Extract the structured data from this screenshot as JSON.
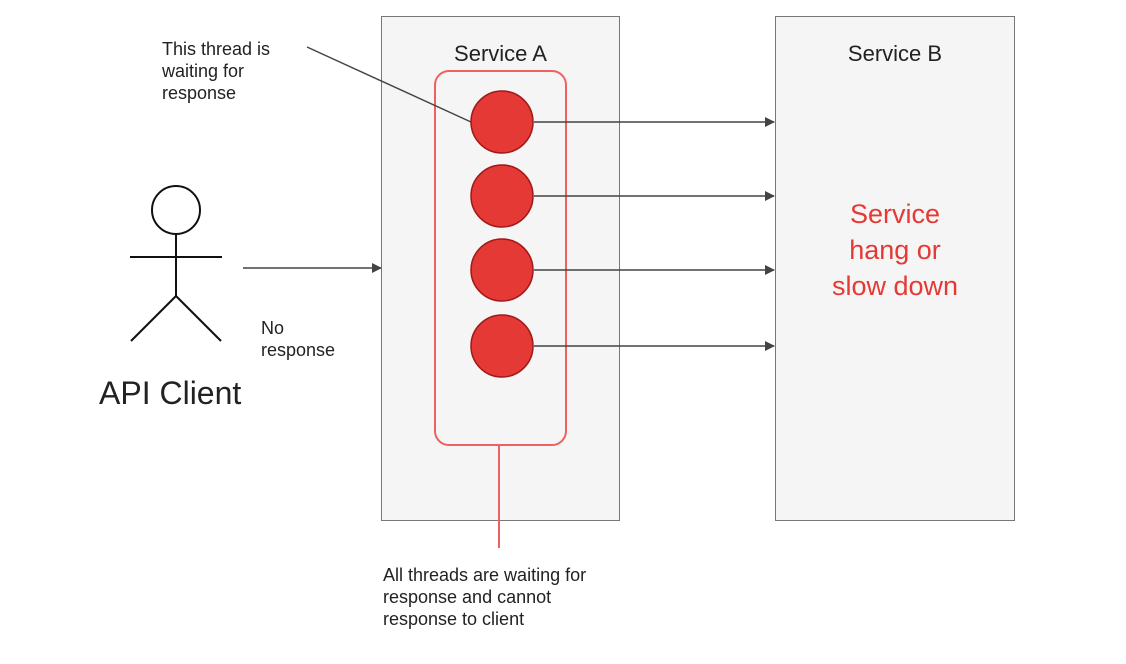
{
  "service_a": {
    "title": "Service A"
  },
  "service_b": {
    "title": "Service B",
    "status_text": "Service\nhang or\nslow down"
  },
  "client": {
    "label": "API Client"
  },
  "notes": {
    "thread_waiting": "This thread is\nwaiting for\nresponse",
    "no_response": "No\nresponse",
    "all_threads": "All threads are waiting for\nresponse and cannot\nresponse to client"
  },
  "colors": {
    "thread_fill": "#e53935",
    "thread_outline": "#a01818",
    "pool_border": "#f06060",
    "status_text": "#e53935",
    "box_fill": "#f5f5f5",
    "line": "#444444"
  }
}
